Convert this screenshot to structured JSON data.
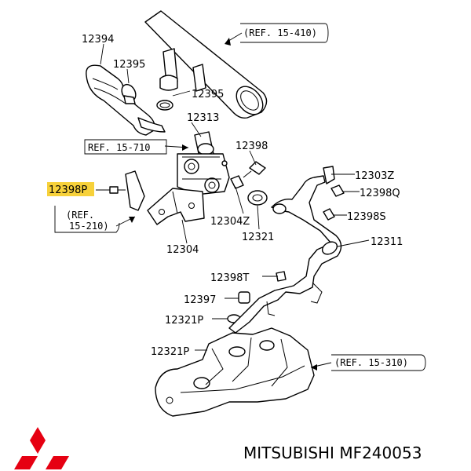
{
  "highlight_color": "#f7d13a",
  "logo_color": "#e60012",
  "refs": {
    "ref_15_410": "(REF. 15-410)",
    "ref_15_710": "REF. 15-710",
    "ref_15_210_line1": "(REF.",
    "ref_15_210_line2": "15-210)",
    "ref_15_310": "(REF. 15-310)"
  },
  "parts": {
    "p12394": "12394",
    "p12395a": "12395",
    "p12395b": "12395",
    "p12313": "12313",
    "p12398": "12398",
    "p12398P": "12398P",
    "p12303Z": "12303Z",
    "p12398Q": "12398Q",
    "p12304Z": "12304Z",
    "p12398S": "12398S",
    "p12321": "12321",
    "p12304": "12304",
    "p12311": "12311",
    "p12398T": "12398T",
    "p12397": "12397",
    "p12321P_a": "12321P",
    "p12321P_b": "12321P"
  },
  "caption": "MITSUBISHI MF240053"
}
